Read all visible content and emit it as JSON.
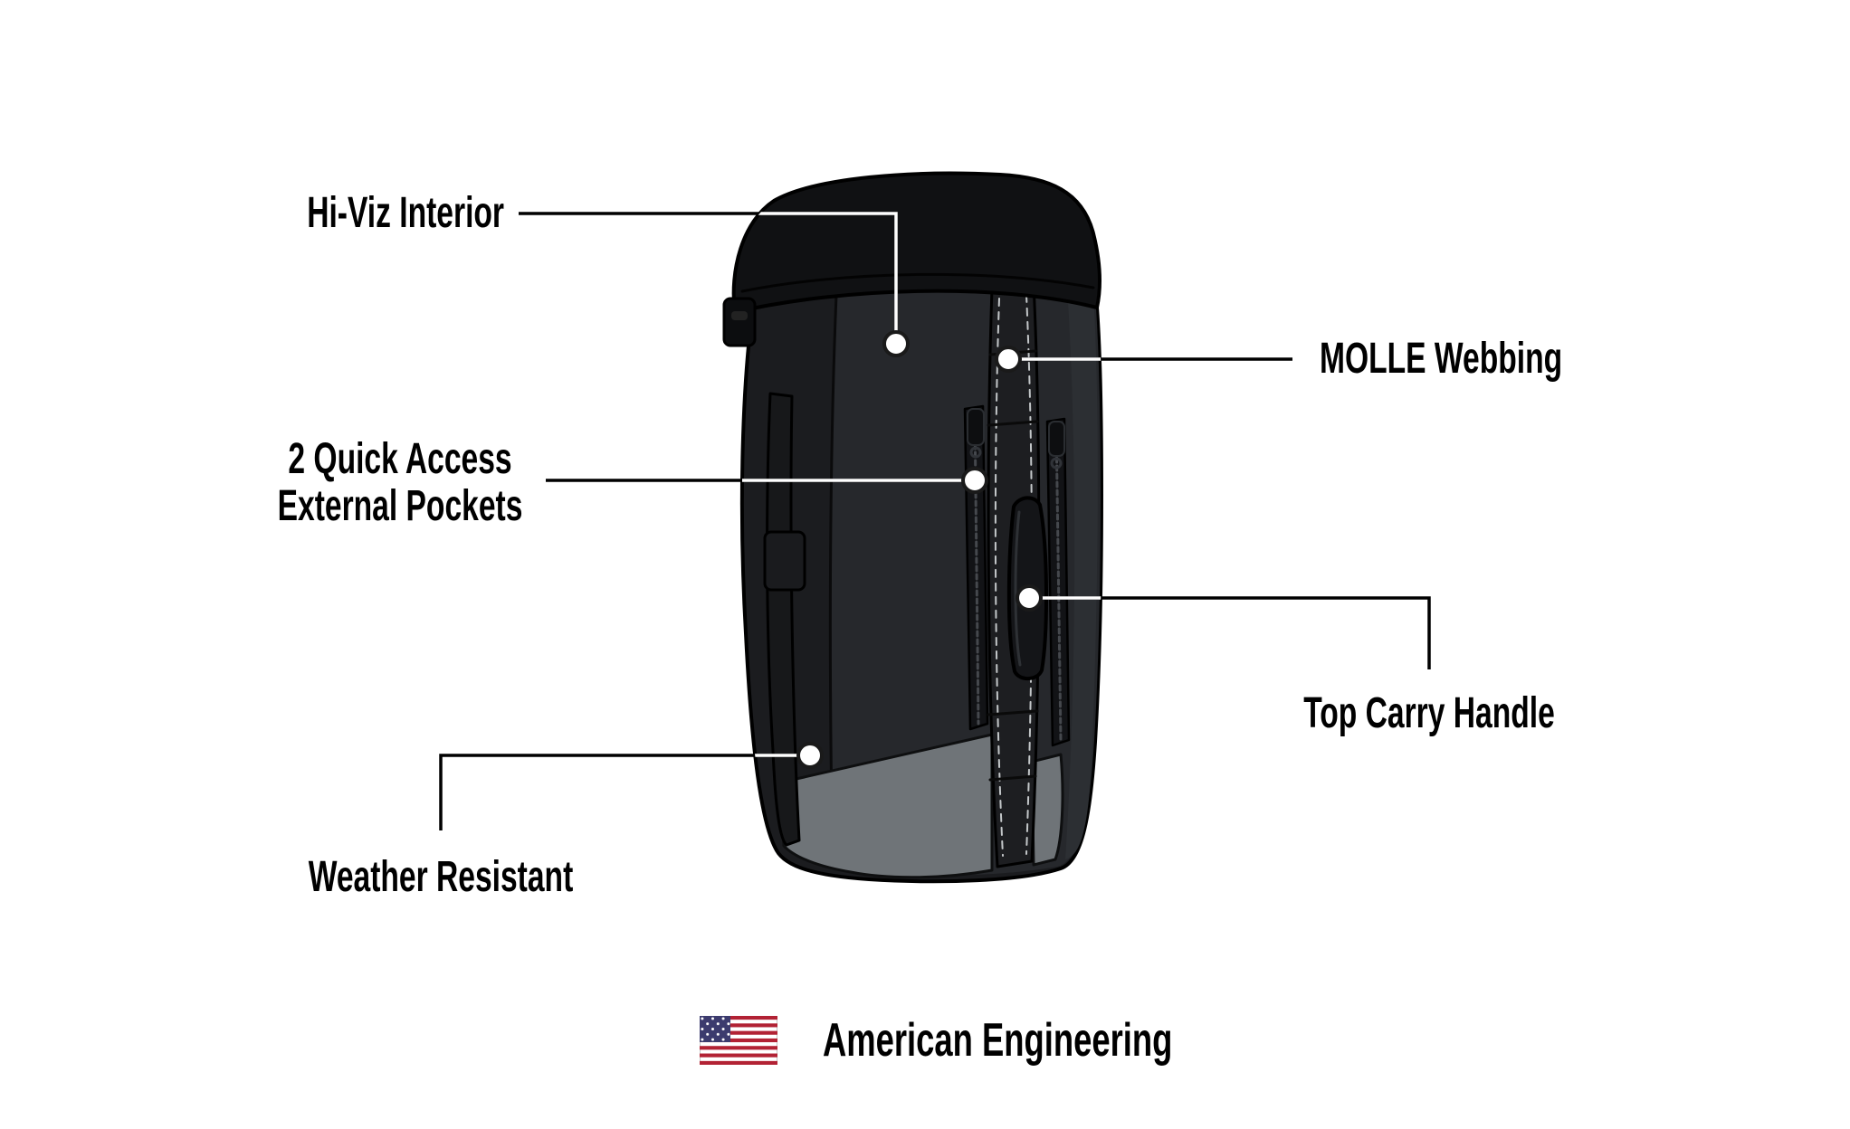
{
  "callouts": [
    {
      "id": "hi-viz-interior",
      "label": "Hi-Viz Interior"
    },
    {
      "id": "molle-webbing",
      "label": "MOLLE Webbing"
    },
    {
      "id": "quick-access-pockets",
      "label_line1": "2 Quick Access",
      "label_line2": "External Pockets"
    },
    {
      "id": "top-carry-handle",
      "label": "Top Carry Handle"
    },
    {
      "id": "weather-resistant",
      "label": "Weather Resistant"
    }
  ],
  "footer": {
    "label": "American Engineering"
  },
  "icons": {
    "flag": "us-flag-icon"
  },
  "colors": {
    "background": "#ffffff",
    "text": "#000000",
    "callout_line": "#000000",
    "callout_line_on_bag": "#ffffff",
    "bag_flap": "#101113",
    "bag_body": "#1b1c1f",
    "bag_front": "#26282c",
    "bottom_accent": "#6f7478",
    "flag_red": "#b22234",
    "flag_blue": "#3c3b6e"
  }
}
